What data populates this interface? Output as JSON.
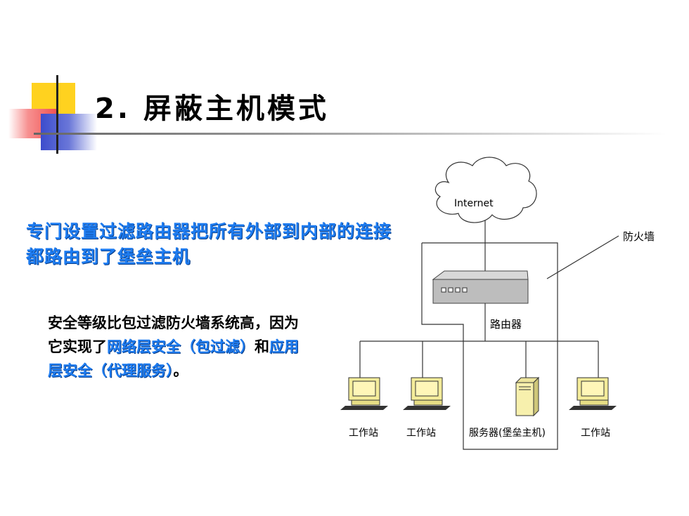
{
  "slide": {
    "title": "2. 屏蔽主机模式",
    "blue_statement": "专门设置过滤路由器把所有外部到内部的连接都路由到了堡垒主机",
    "desc": {
      "part1": "安全等级比包过滤防火墙系统高，因为它实现了",
      "highlight1": "网络层安全",
      "part2": "（包过滤）",
      "part3": "和",
      "highlight2": "应用层安全（代理服务）",
      "part4": "。"
    }
  },
  "diagram": {
    "internet_label": "Internet",
    "firewall_label": "防火墙",
    "router_label": "路由器",
    "nodes": {
      "ws1": "工作站",
      "ws2": "工作站",
      "server": "服务器(堡垒主机)",
      "ws3": "工作站"
    }
  },
  "colors": {
    "accent_blue": "#1e7cf0",
    "deco_yellow": "#ffd21f",
    "deco_red": "#f05050",
    "deco_blue": "#3c4ccc"
  }
}
